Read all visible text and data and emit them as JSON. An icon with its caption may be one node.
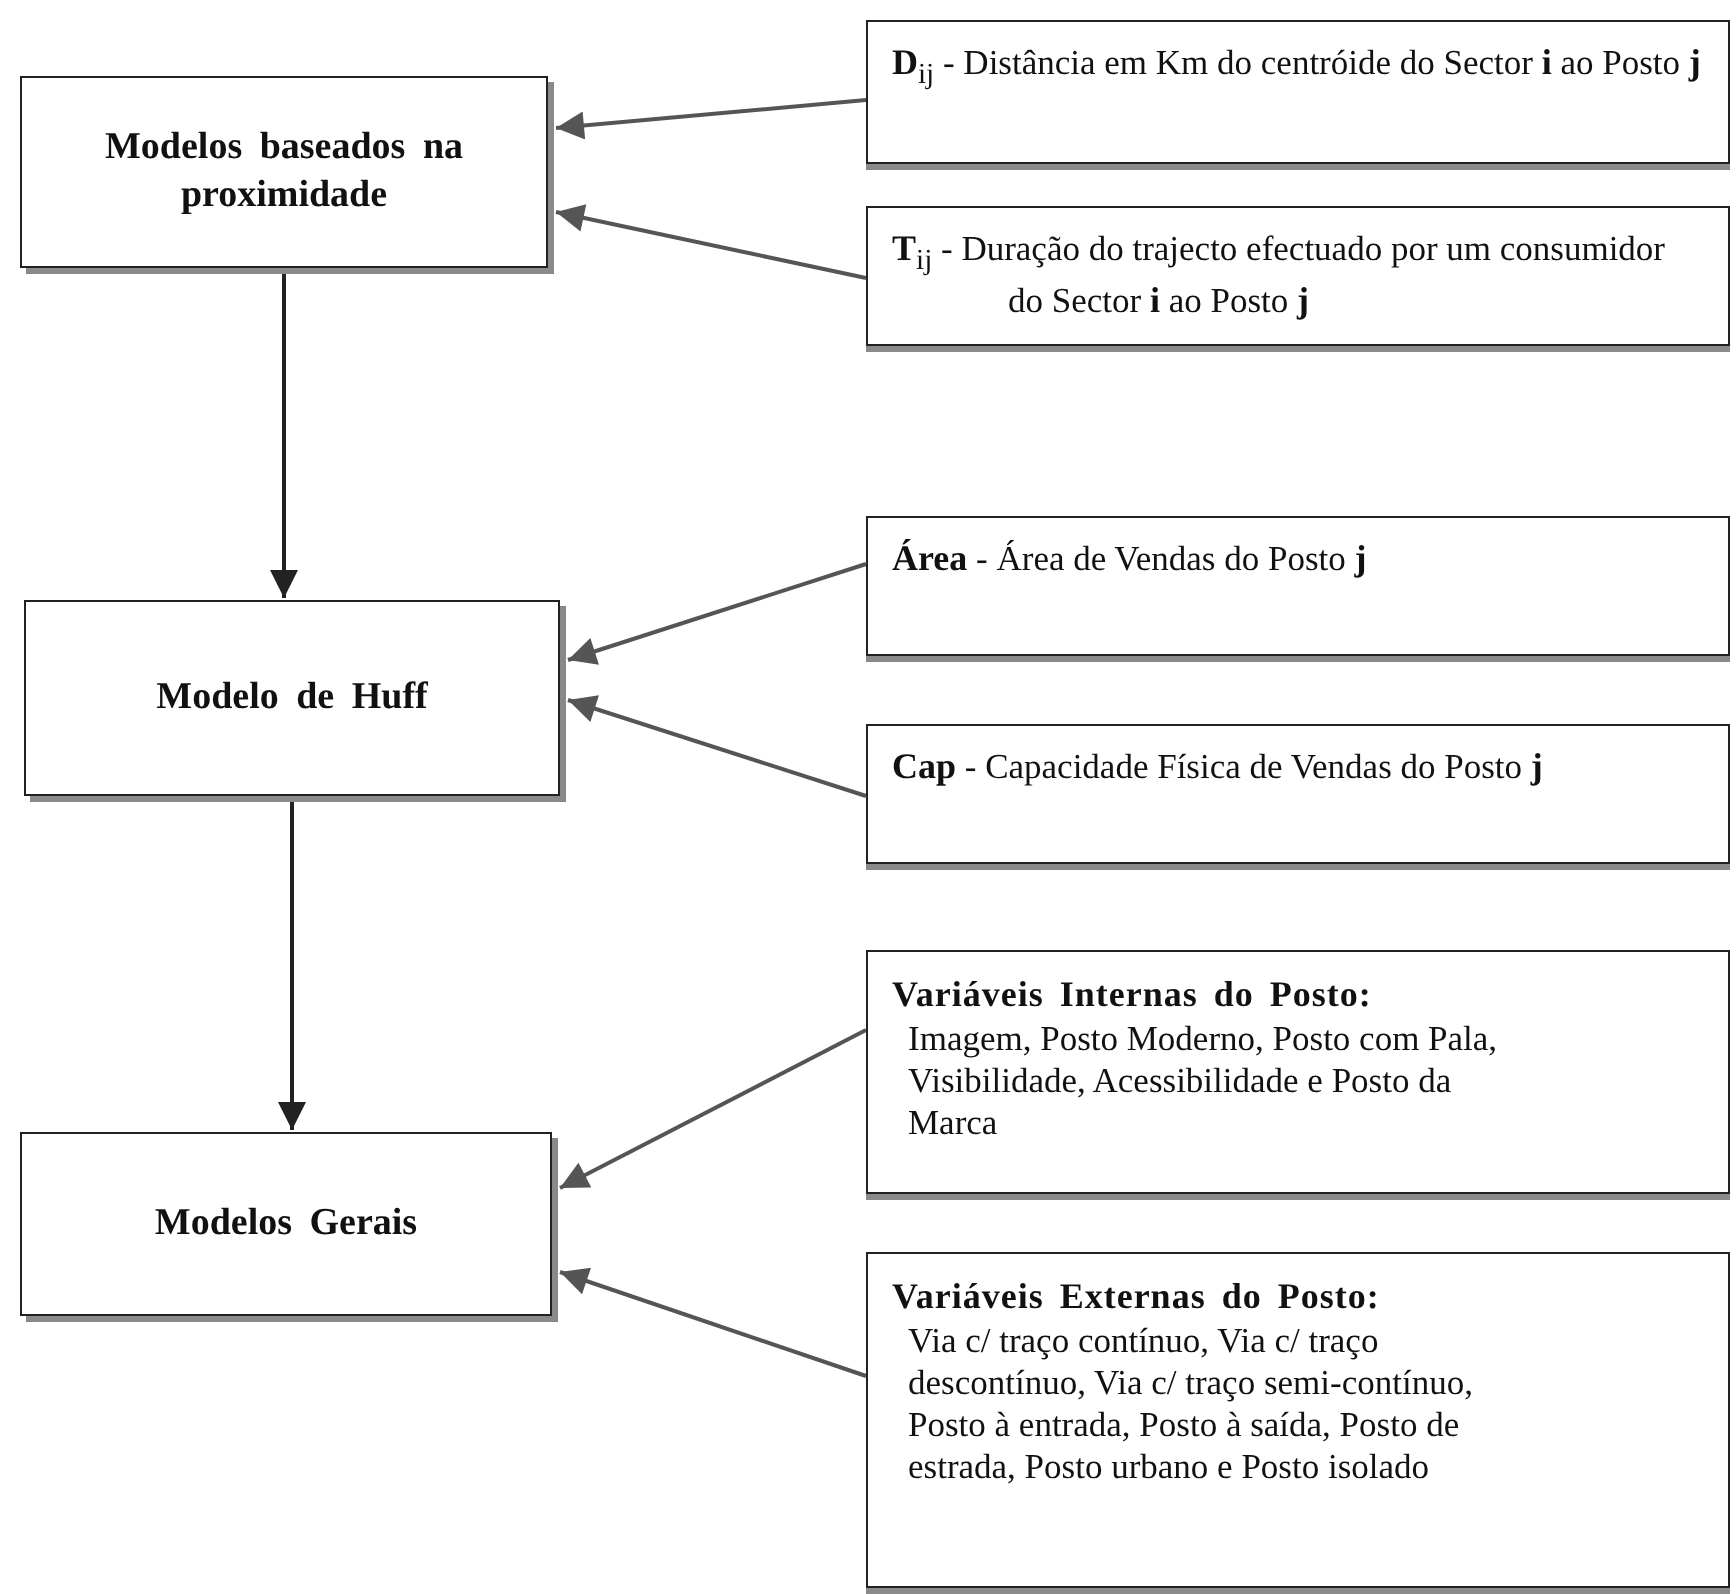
{
  "diagram": {
    "nodes": [
      {
        "text": [
          "Modelos baseados na proximidade"
        ]
      },
      {
        "text": [
          "**D**$_{ij}$ - Distância em Km do centróide do Sector **i** ao Posto **j**"
        ]
      },
      {
        "text": [
          "**T**$_{ij}$ - Duração do trajecto efectuado por um consumidor do Sector **i** ao Posto **j**"
        ]
      },
      {
        "text": [
          "Modelo de Huff"
        ]
      },
      {
        "text": [
          "**Área** - Área de Vendas do Posto **j**"
        ]
      },
      {
        "text": [
          "**Cap** - Capacidade Física de Vendas do Posto **j**"
        ]
      },
      {
        "text": [
          "Modelos Gerais"
        ]
      },
      {
        "text": [
          "Variáveis Internas do Posto:",
          "Imagem, Posto Moderno, Posto com Pala, Visibilidade, Acessibilidade e Posto da Marca"
        ]
      },
      {
        "text": [
          "Variáveis Externas do Posto:",
          "Via c/ traço contínuo, Via c/ traço descontínuo, Via c/ traço semi-contínuo, Posto à entrada, Posto à saída, Posto de estrada, Posto urbano e Posto isolado"
        ]
      }
    ],
    "edges": [
      {
        "from": 0,
        "to": 3,
        "arrow": "to"
      },
      {
        "from": 3,
        "to": 6,
        "arrow": "to"
      },
      {
        "from": 1,
        "to": 0,
        "arrow": "to",
        "color": "#555555"
      },
      {
        "from": 2,
        "to": 0,
        "arrow": "to",
        "color": "#555555"
      },
      {
        "from": 4,
        "to": 3,
        "arrow": "to",
        "color": "#555555"
      },
      {
        "from": 5,
        "to": 3,
        "arrow": "to",
        "color": "#555555"
      },
      {
        "from": 7,
        "to": 6,
        "arrow": "to",
        "color": "#555555"
      },
      {
        "from": 8,
        "to": 6,
        "arrow": "to",
        "color": "#555555"
      }
    ]
  }
}
